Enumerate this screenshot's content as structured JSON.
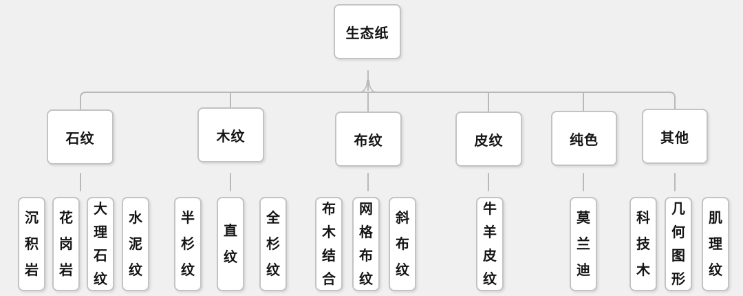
{
  "tree": {
    "root": {
      "label": "生态纸"
    },
    "branches": [
      {
        "label": "石纹",
        "children": [
          {
            "label": "沉积岩"
          },
          {
            "label": "花岗岩"
          },
          {
            "label": "大理石纹"
          },
          {
            "label": "水泥纹"
          }
        ]
      },
      {
        "label": "木纹",
        "children": [
          {
            "label": "半杉纹"
          },
          {
            "label": "直纹"
          },
          {
            "label": "全杉纹"
          }
        ]
      },
      {
        "label": "布纹",
        "children": [
          {
            "label": "布木结合"
          },
          {
            "label": "网格布纹"
          },
          {
            "label": "斜布纹"
          }
        ]
      },
      {
        "label": "皮纹",
        "children": [
          {
            "label": "牛羊皮纹"
          }
        ]
      },
      {
        "label": "纯色",
        "children": [
          {
            "label": "莫兰迪"
          }
        ]
      },
      {
        "label": "其他",
        "children": [
          {
            "label": "科技木"
          },
          {
            "label": "几何图形"
          },
          {
            "label": "肌理纹"
          }
        ]
      }
    ],
    "colors": {
      "background": "#f0f0f0",
      "node_fill": "#ffffff",
      "node_border": "#c3c3c3",
      "connector": "#b9b9b9",
      "text": "#141414"
    }
  }
}
